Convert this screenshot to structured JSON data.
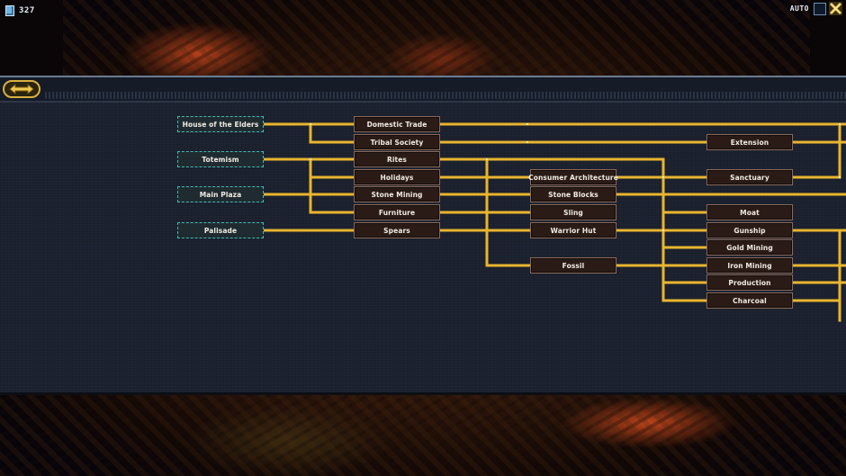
{
  "hud": {
    "resource_icon": "crystal-icon",
    "resource_count": "327",
    "auto_label": "AUTO",
    "close_icon": "crossed-tools-icon"
  },
  "back_button": {
    "icon": "double-arrow-icon"
  },
  "colors": {
    "wire": "#e8b52e",
    "node_border_locked": "#8a6a5a",
    "node_border_unlocked": "#46b8b6",
    "panel": "#1b212e"
  },
  "tech_tree": {
    "nodes": [
      {
        "id": "house_of_the_elders",
        "label": "House of the Elders",
        "status": "unlocked"
      },
      {
        "id": "totemism",
        "label": "Totemism",
        "status": "unlocked"
      },
      {
        "id": "main_plaza",
        "label": "Main Plaza",
        "status": "unlocked"
      },
      {
        "id": "palisade",
        "label": "Palisade",
        "status": "unlocked"
      },
      {
        "id": "domestic_trade",
        "label": "Domestic Trade",
        "status": "locked"
      },
      {
        "id": "tribal_society",
        "label": "Tribal Society",
        "status": "locked"
      },
      {
        "id": "rites",
        "label": "Rites",
        "status": "locked"
      },
      {
        "id": "holidays",
        "label": "Holidays",
        "status": "locked"
      },
      {
        "id": "stone_mining",
        "label": "Stone Mining",
        "status": "locked"
      },
      {
        "id": "furniture",
        "label": "Furniture",
        "status": "locked"
      },
      {
        "id": "spears",
        "label": "Spears",
        "status": "locked"
      },
      {
        "id": "consumer_architecture",
        "label": "Consumer Architecture",
        "status": "locked"
      },
      {
        "id": "stone_blocks",
        "label": "Stone Blocks",
        "status": "locked"
      },
      {
        "id": "sling",
        "label": "Sling",
        "status": "locked"
      },
      {
        "id": "warrior_hut",
        "label": "Warrior Hut",
        "status": "locked"
      },
      {
        "id": "fossil",
        "label": "Fossil",
        "status": "locked"
      },
      {
        "id": "extension",
        "label": "Extension",
        "status": "locked"
      },
      {
        "id": "sanctuary",
        "label": "Sanctuary",
        "status": "locked"
      },
      {
        "id": "moat",
        "label": "Moat",
        "status": "locked"
      },
      {
        "id": "gunship",
        "label": "Gunship",
        "status": "locked"
      },
      {
        "id": "gold_mining",
        "label": "Gold Mining",
        "status": "locked"
      },
      {
        "id": "iron_mining",
        "label": "Iron Mining",
        "status": "locked"
      },
      {
        "id": "production",
        "label": "Production",
        "status": "locked"
      },
      {
        "id": "charcoal",
        "label": "Charcoal",
        "status": "locked"
      }
    ]
  }
}
